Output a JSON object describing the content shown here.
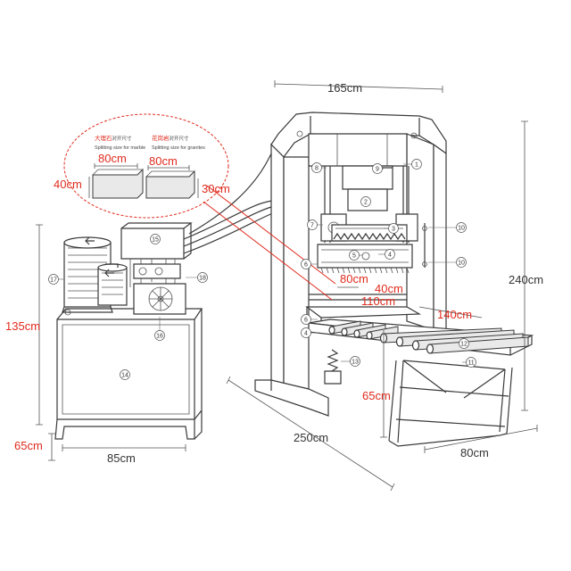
{
  "dimensions": {
    "top_width": "165cm",
    "height_right": "240cm",
    "frame_depth": "250cm",
    "conveyor_width": "80cm",
    "conveyor_height": "65cm",
    "table_length": "140cm",
    "blade_opening": "110cm",
    "blade_width": "80cm",
    "blade_gap": "40cm",
    "unit_height": "135cm",
    "unit_base": "65cm",
    "unit_width": "85cm"
  },
  "callout": {
    "marble_cn": "大理石",
    "marble_cn_suffix": "对开尺寸",
    "marble_en": "Splitting size for marble",
    "granite_cn": "花岗岩",
    "granite_cn_suffix": "对开尺寸",
    "granite_en": "Splitting size for granites",
    "marble_width": "80cm",
    "marble_height": "40cm",
    "granite_width": "80cm",
    "granite_height": "30cm"
  },
  "parts": [
    "1",
    "2",
    "3",
    "4",
    "5",
    "6",
    "7",
    "8",
    "9",
    "10",
    "11",
    "12",
    "13",
    "14",
    "15",
    "16",
    "17",
    "18"
  ],
  "colors": {
    "accent": "#e02b1e",
    "line": "#3a3a3a"
  }
}
